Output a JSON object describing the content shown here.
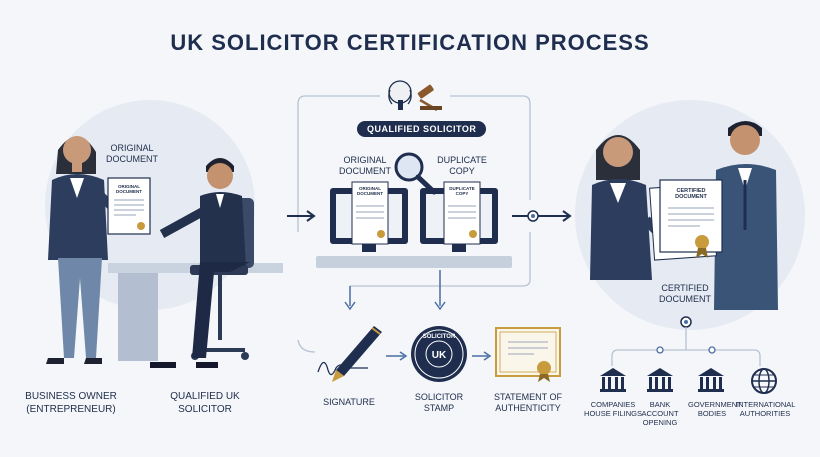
{
  "title": "UK SOLICITOR CERTIFICATION PROCESS",
  "left": {
    "doc_label": "ORIGINAL DOCUMENT",
    "doc_inner": "ORIGINAL DOCUMENT",
    "person1": "BUSINESS OWNER (ENTREPRENEUR)",
    "person2": "QUALIFIED UK SOLICITOR"
  },
  "center": {
    "badge": "QUALIFIED SOLICITOR",
    "original_label": "ORIGINAL DOCUMENT",
    "original_inner": "ORIGINAL DOCUMENT",
    "duplicate_label": "DUPLICATE COPY",
    "duplicate_inner": "DUPLICATE COPY"
  },
  "steps": {
    "signature": "SIGNATURE",
    "stamp": "SOLICITOR STAMP",
    "stamp_text_top": "SOLICITOR",
    "stamp_text_mid": "UK",
    "statement": "STATEMENT OF AUTHENTICITY"
  },
  "right": {
    "certified_label": "CERTIFIED DOCUMENT",
    "certified_inner": "CERTIFIED DOCUMENT"
  },
  "uses": [
    {
      "label": "COMPANIES HOUSE FILINGS",
      "icon": "bank-icon"
    },
    {
      "label": "BANK ACCOUNT OPENING",
      "icon": "bank-icon"
    },
    {
      "label": "GOVERNMENT BODIES",
      "icon": "bank-icon"
    },
    {
      "label": "INTERNATIONAL AUTHORITIES",
      "icon": "globe-icon"
    }
  ],
  "colors": {
    "navy": "#1f2e4f",
    "accent": "#4a6fa5",
    "gold": "#c89b3c",
    "background": "#f4f6fa"
  }
}
